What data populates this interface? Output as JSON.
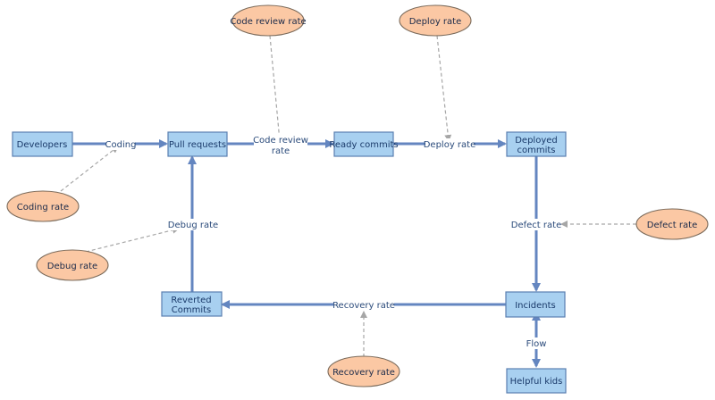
{
  "nodes": {
    "developers": "Developers",
    "pull_requests": "Pull requests",
    "ready_commits": "Ready commits",
    "deployed_commits": [
      "Deployed",
      "commits"
    ],
    "incidents": "Incidents",
    "helpful_kids": "Helpful kids",
    "reverted_commits": [
      "Reverted",
      "Commits"
    ]
  },
  "flow_labels": {
    "coding": "Coding",
    "code_review_rate": [
      "Code review",
      "rate"
    ],
    "deploy_rate": "Deploy rate",
    "defect_rate": "Defect rate",
    "recovery_rate": "Recovery rate",
    "debug_rate": "Debug rate",
    "flow": "Flow"
  },
  "variables": {
    "code_review_rate": "Code review rate",
    "deploy_rate": "Deploy rate",
    "coding_rate": "Coding rate",
    "defect_rate": "Defect rate",
    "debug_rate": "Debug rate",
    "recovery_rate": "Recovery rate"
  },
  "colors": {
    "stock_fill": "#a8d0f0",
    "variable_fill": "#fbc8a4",
    "flow_arrow": "#6486c0"
  }
}
